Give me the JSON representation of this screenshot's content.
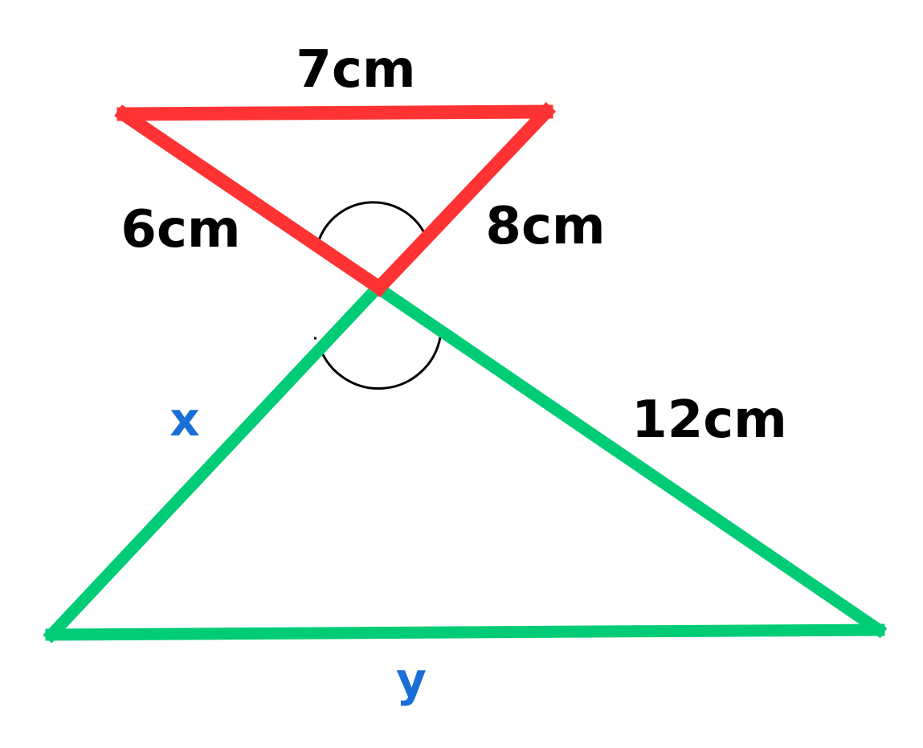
{
  "colors": {
    "small_triangle": "#ff3333",
    "large_triangle": "#00cc77",
    "angle_arc": "#000000",
    "length_label": "#000000",
    "variable_label": "#1a6fd6"
  },
  "small_triangle": {
    "top_side": "7cm",
    "left_side": "6cm",
    "right_side": "8cm"
  },
  "large_triangle": {
    "right_side": "12cm",
    "left_side": "x",
    "bottom_side": "y"
  }
}
